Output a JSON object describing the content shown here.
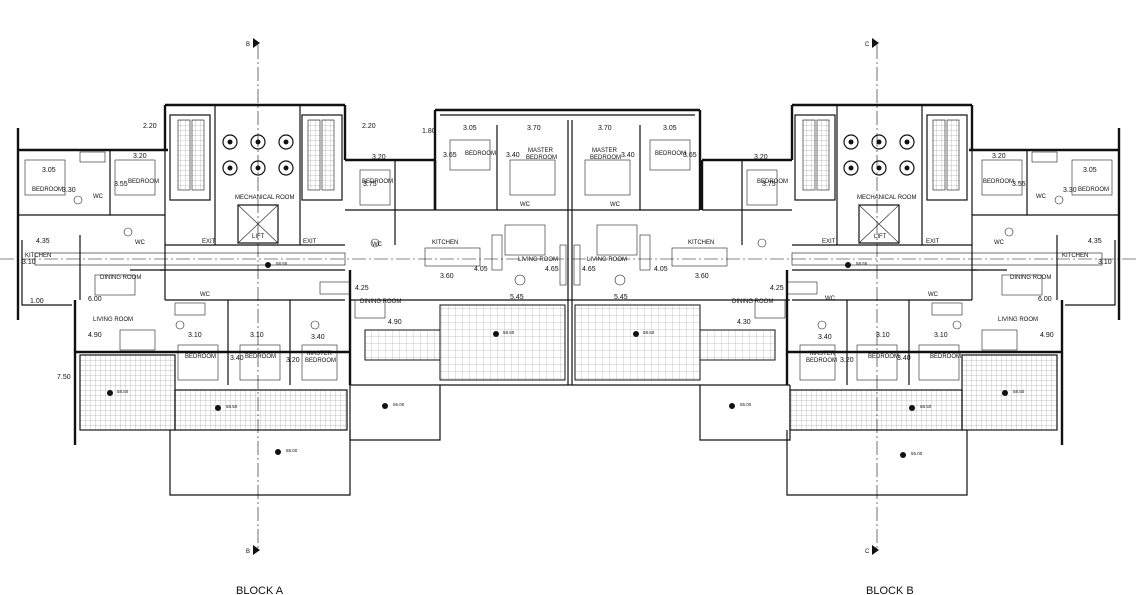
{
  "blocks": [
    {
      "label": "BLOCK A"
    },
    {
      "label": "BLOCK B"
    }
  ],
  "section_marks": {
    "a": "B",
    "b": "C"
  },
  "rooms": {
    "bedroom": "BEDROOM",
    "master_line1": "MASTER",
    "master_line2": "BEDROOM",
    "kitchen": "KITCHEN",
    "living": "LIVING ROOM",
    "dining": "DINING ROOM",
    "wc": "WC",
    "mechanical": "MECHANICAL ROOM",
    "lift": "LIFT",
    "exit": "EXIT"
  },
  "dims": {
    "d305": "3.05",
    "d320": "3.20",
    "d330": "3.30",
    "d355": "3.55",
    "d375": "3.75",
    "d365": "3.65",
    "d340": "3.40",
    "d370": "3.70",
    "d220": "2.20",
    "d180": "1.80",
    "d435": "4.35",
    "d310": "3.10",
    "d100": "1.00",
    "d600": "6.00",
    "d490": "4.90",
    "d750": "7.50",
    "d425": "4.25",
    "d360": "3.60",
    "d405": "4.05",
    "d465": "4.65",
    "d545": "5.45",
    "d430": "4.30"
  },
  "levels": {
    "l5855": "58.55",
    "l5850": "58.50",
    "l5500": "55.00"
  }
}
